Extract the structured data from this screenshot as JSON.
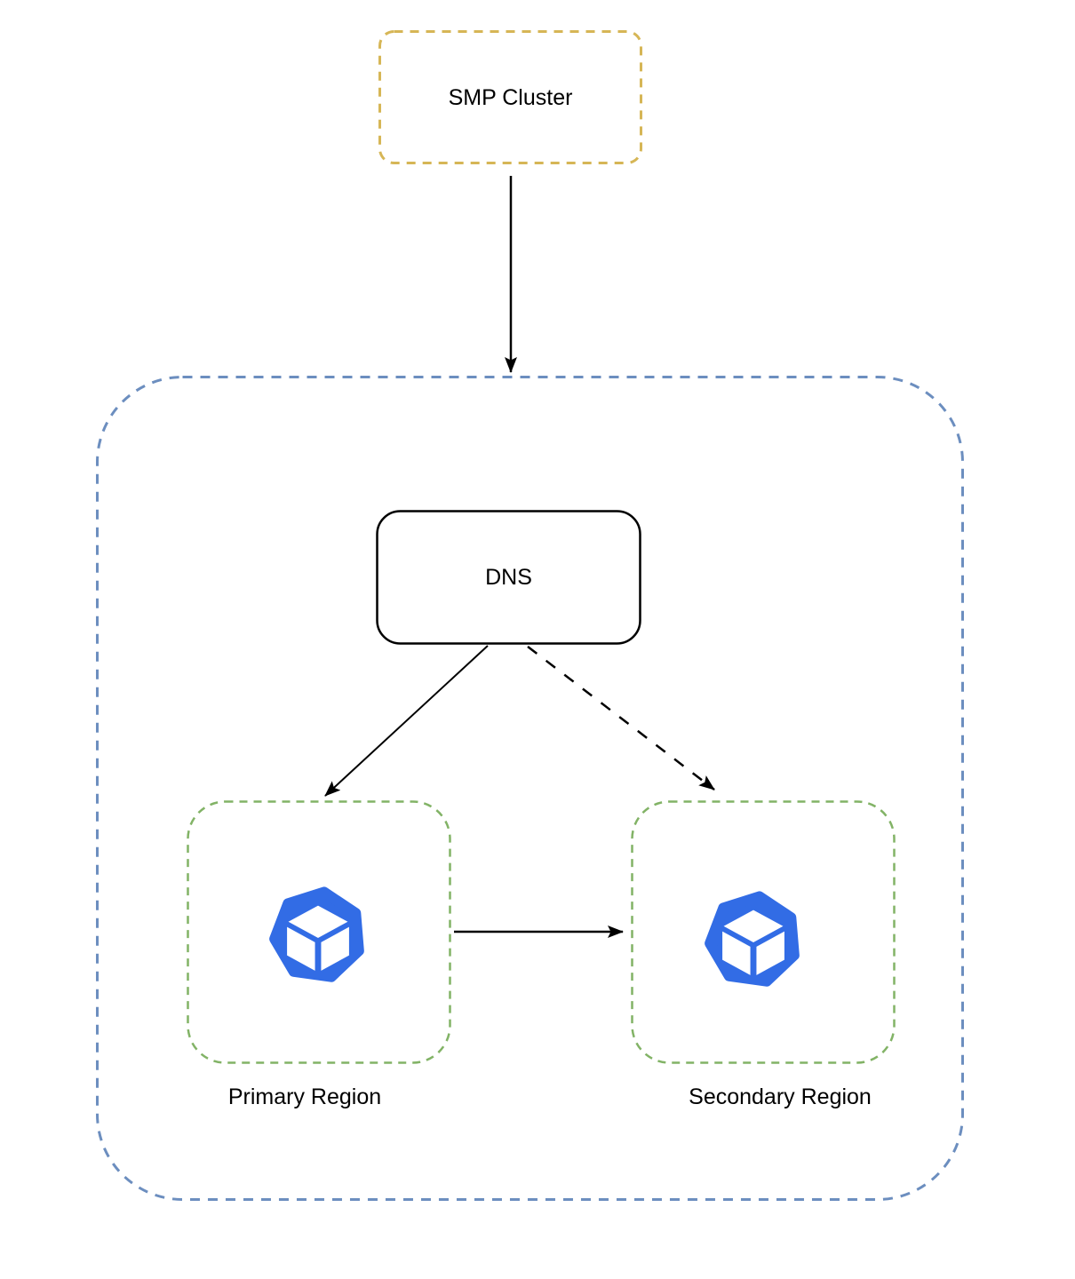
{
  "canvas": {
    "background": "#ffffff",
    "text_color": "#000000"
  },
  "nodes": {
    "smp_cluster": {
      "label": "SMP Cluster",
      "border_color": "#d6b656",
      "border_style": "dashed",
      "fill": "#ffffff"
    },
    "outer_container": {
      "border_color": "#6c8ebf",
      "border_style": "dashed",
      "fill": "#ffffff"
    },
    "dns": {
      "label": "DNS",
      "border_color": "#000000",
      "border_style": "solid",
      "fill": "#ffffff"
    },
    "primary_region": {
      "label": "Primary Region",
      "border_color": "#82b366",
      "border_style": "dashed",
      "icon": "workload-cube-icon"
    },
    "secondary_region": {
      "label": "Secondary Region",
      "border_color": "#82b366",
      "border_style": "dashed",
      "icon": "workload-cube-icon"
    }
  },
  "icon": {
    "name": "workload-cube-icon",
    "color": "#326ce5",
    "cube_face_color": "#ffffff"
  },
  "edges": [
    {
      "name": "smp-cluster-to-outer-container",
      "style": "solid",
      "color": "#000000"
    },
    {
      "name": "dns-to-primary-region",
      "style": "solid",
      "color": "#000000"
    },
    {
      "name": "dns-to-secondary-region",
      "style": "dashed",
      "color": "#000000"
    },
    {
      "name": "primary-region-to-secondary-region",
      "style": "solid",
      "color": "#000000"
    }
  ]
}
